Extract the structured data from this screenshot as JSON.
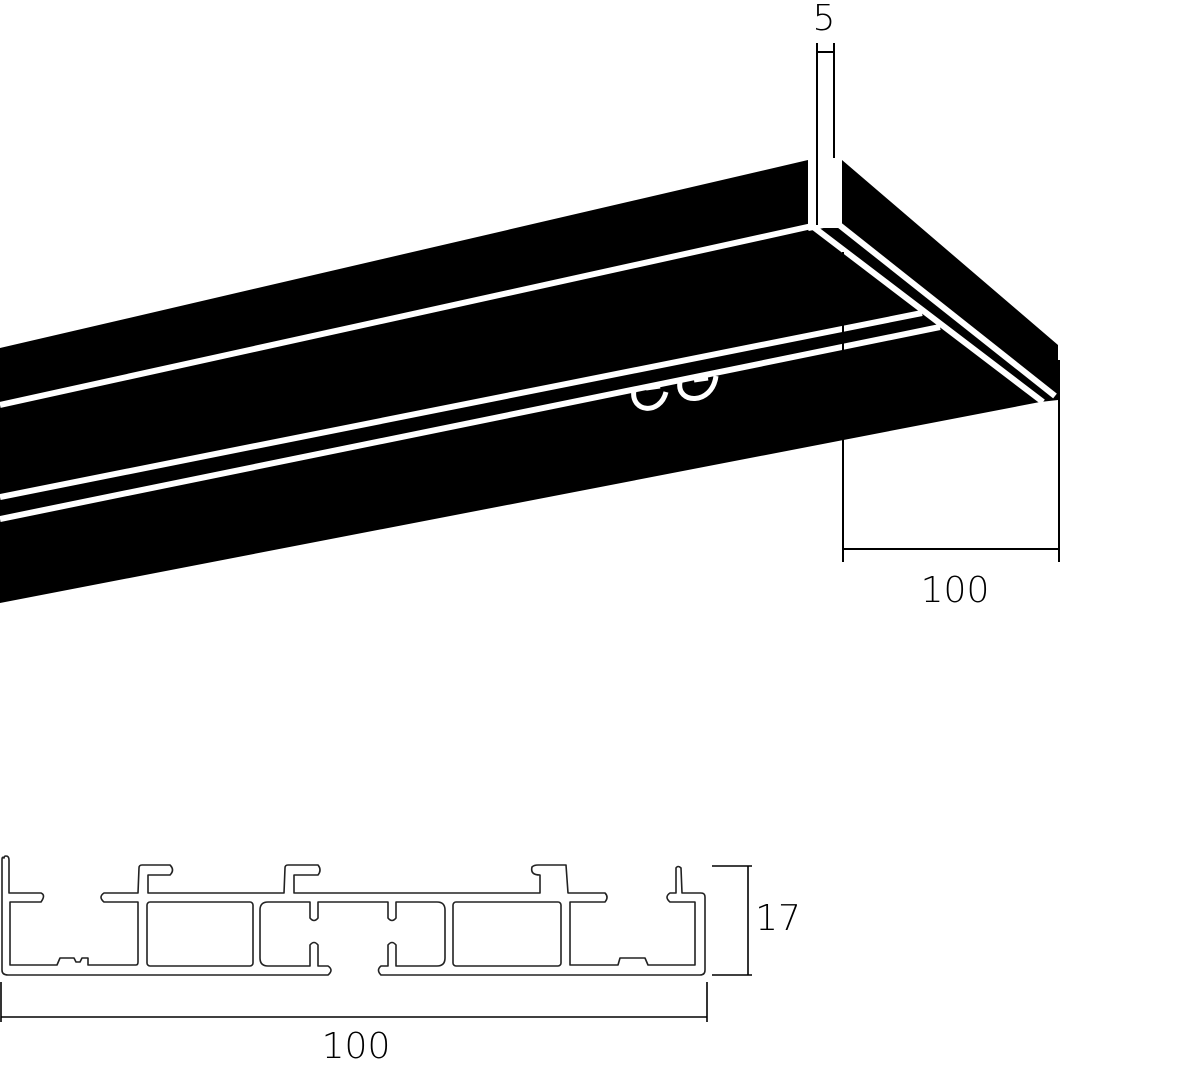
{
  "drawing": {
    "type": "technical-drawing",
    "subject": "double-track curtain rail profile",
    "colors": {
      "background": "#ffffff",
      "solid": "#000000",
      "gap": "#ffffff",
      "line": "#000000"
    }
  },
  "isometric_view": {
    "dimensions": {
      "gap_width": {
        "label": "5"
      },
      "depth": {
        "label": "100"
      }
    }
  },
  "cross_section": {
    "dimensions": {
      "height": {
        "label": "17"
      },
      "width": {
        "label": "100"
      }
    }
  }
}
